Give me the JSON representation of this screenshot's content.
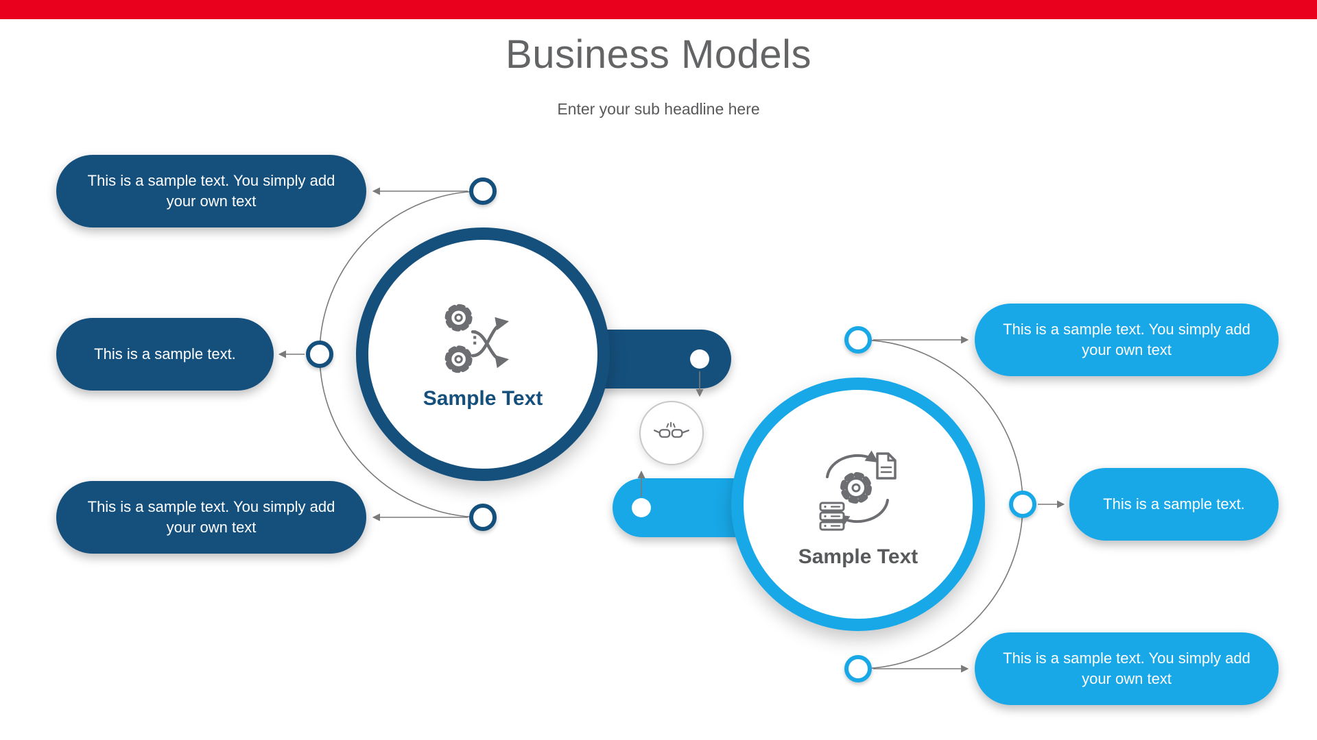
{
  "slide": {
    "title": "Business Models",
    "subtitle": "Enter your sub headline here"
  },
  "colors": {
    "accent_red": "#E8001C",
    "dark_blue": "#15507D",
    "light_blue": "#18A8E8",
    "icon_gray": "#6D6E71",
    "connector_gray": "#7A7A7A"
  },
  "left_model": {
    "label": "Sample Text",
    "icon": "gears-split-arrows-icon",
    "pills": [
      {
        "text": "This is a sample text. You simply add your own text"
      },
      {
        "text": "This is a sample text."
      },
      {
        "text": "This is a sample text. You simply add your own text"
      }
    ]
  },
  "right_model": {
    "label": "Sample Text",
    "icon": "process-cycle-icon",
    "pills": [
      {
        "text": "This is a sample text. You simply add your own text"
      },
      {
        "text": "This is a sample text."
      },
      {
        "text": "This is a sample text. You simply add your own text"
      }
    ]
  },
  "center": {
    "icon": "handshake-icon"
  }
}
